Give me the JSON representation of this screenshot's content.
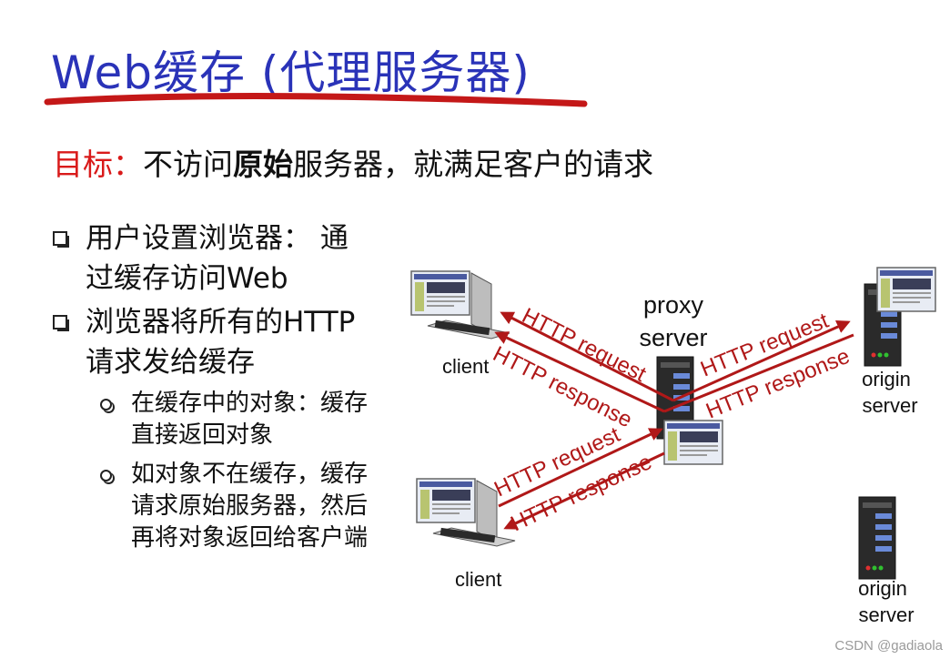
{
  "title": "Web缓存 (代理服务器)",
  "goal": {
    "label": "目标：",
    "text_before": "不访问",
    "text_bold": "原始",
    "text_after": "服务器，就满足客户的请求"
  },
  "bullets": [
    {
      "lines": [
        "用户设置浏览器： 通",
        "过缓存访问Web"
      ]
    },
    {
      "lines": [
        "浏览器将所有的HTTP",
        "请求发给缓存"
      ]
    }
  ],
  "sub_bullets": [
    {
      "lines": [
        "在缓存中的对象：缓存",
        "直接返回对象"
      ]
    },
    {
      "lines": [
        "如对象不在缓存，缓存",
        "请求原始服务器，然后",
        "再将对象返回给客户端"
      ]
    }
  ],
  "diagram": {
    "proxy_label": [
      "proxy",
      "server"
    ],
    "client_top_label": "client",
    "client_bottom_label": "client",
    "origin_top_label": [
      "origin",
      "server"
    ],
    "origin_bottom_label": [
      "origin",
      "server"
    ],
    "arrow_labels": {
      "request": "HTTP request",
      "response": "HTTP response"
    },
    "arrow_color": "#b01818"
  },
  "watermark": "CSDN @gadiaola"
}
